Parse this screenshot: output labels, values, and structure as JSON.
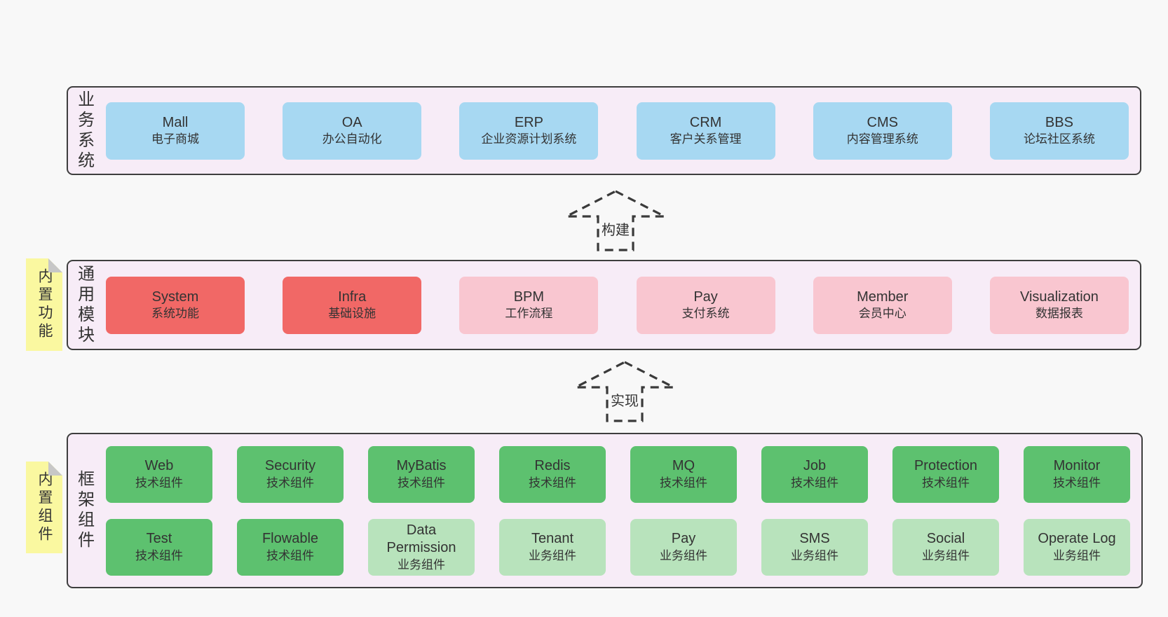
{
  "diagram": {
    "layers": {
      "business": {
        "label": "业务系统",
        "boxes": [
          {
            "name": "Mall",
            "desc": "电子商城"
          },
          {
            "name": "OA",
            "desc": "办公自动化"
          },
          {
            "name": "ERP",
            "desc": "企业资源计划系统"
          },
          {
            "name": "CRM",
            "desc": "客户关系管理"
          },
          {
            "name": "CMS",
            "desc": "内容管理系统"
          },
          {
            "name": "BBS",
            "desc": "论坛社区系统"
          }
        ]
      },
      "modules": {
        "label": "通用模块",
        "sticky": "内置功能",
        "boxes": [
          {
            "name": "System",
            "desc": "系统功能",
            "variant": "red"
          },
          {
            "name": "Infra",
            "desc": "基础设施",
            "variant": "red"
          },
          {
            "name": "BPM",
            "desc": "工作流程",
            "variant": "pink"
          },
          {
            "name": "Pay",
            "desc": "支付系统",
            "variant": "pink"
          },
          {
            "name": "Member",
            "desc": "会员中心",
            "variant": "pink"
          },
          {
            "name": "Visualization",
            "desc": "数据报表",
            "variant": "pink"
          }
        ]
      },
      "components": {
        "label": "框架组件",
        "sticky": "内置组件",
        "row1": [
          {
            "name": "Web",
            "desc": "技术组件",
            "variant": "green"
          },
          {
            "name": "Security",
            "desc": "技术组件",
            "variant": "green"
          },
          {
            "name": "MyBatis",
            "desc": "技术组件",
            "variant": "green"
          },
          {
            "name": "Redis",
            "desc": "技术组件",
            "variant": "green"
          },
          {
            "name": "MQ",
            "desc": "技术组件",
            "variant": "green"
          },
          {
            "name": "Job",
            "desc": "技术组件",
            "variant": "green"
          },
          {
            "name": "Protection",
            "desc": "技术组件",
            "variant": "green"
          },
          {
            "name": "Monitor",
            "desc": "技术组件",
            "variant": "green"
          }
        ],
        "row2": [
          {
            "name": "Test",
            "desc": "技术组件",
            "variant": "green"
          },
          {
            "name": "Flowable",
            "desc": "技术组件",
            "variant": "green"
          },
          {
            "name": "Data Permission",
            "desc": "业务组件",
            "variant": "lightgreen"
          },
          {
            "name": "Tenant",
            "desc": "业务组件",
            "variant": "lightgreen"
          },
          {
            "name": "Pay",
            "desc": "业务组件",
            "variant": "lightgreen"
          },
          {
            "name": "SMS",
            "desc": "业务组件",
            "variant": "lightgreen"
          },
          {
            "name": "Social",
            "desc": "业务组件",
            "variant": "lightgreen"
          },
          {
            "name": "Operate Log",
            "desc": "业务组件",
            "variant": "lightgreen"
          }
        ]
      }
    },
    "arrows": {
      "build": {
        "label": "构建"
      },
      "implement": {
        "label": "实现"
      }
    },
    "colors": {
      "page_bg": "#f8f8f8",
      "layer_bg": "#f7ecf7",
      "layer_border": "#3e3e3e",
      "blue": "#a7d8f2",
      "red": "#f16866",
      "pink": "#f9c6d0",
      "green": "#5dc16f",
      "light_green": "#b8e3bc",
      "sticky_yellow": "#faf8a0",
      "text": "#333333"
    }
  }
}
